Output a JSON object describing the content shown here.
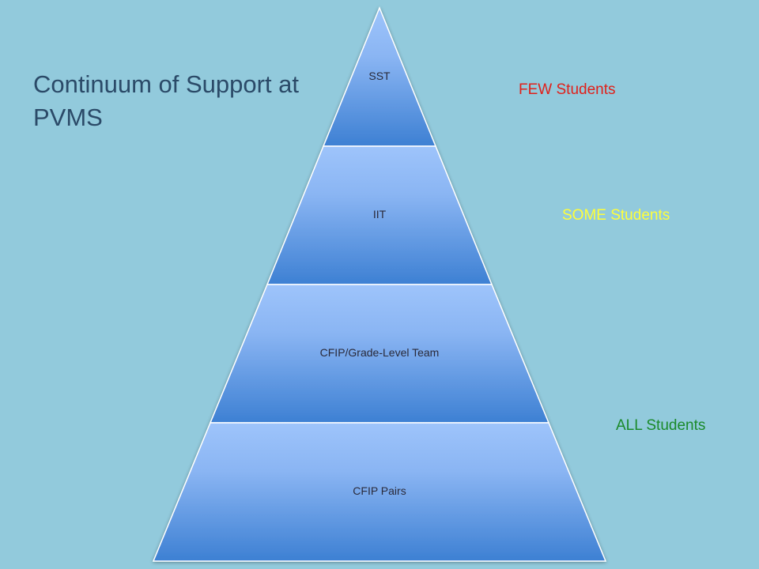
{
  "slide": {
    "background_color": "#92cadc",
    "title": "Continuum of Support at PVMS"
  },
  "pyramid": {
    "tiers": [
      {
        "label": "SST"
      },
      {
        "label": "IIT"
      },
      {
        "label": "CFIP/Grade-Level Team"
      },
      {
        "label": "CFIP Pairs"
      }
    ],
    "gradient_top_color": "#9ec4fb",
    "gradient_bottom_color": "#3d80d3",
    "divider_color": "#ffffff"
  },
  "audiences": [
    {
      "label": "FEW Students",
      "color": "#e0201a"
    },
    {
      "label": "SOME Students",
      "color": "#ffff3a"
    },
    {
      "label": "ALL Students",
      "color": "#1a8a2a"
    }
  ]
}
